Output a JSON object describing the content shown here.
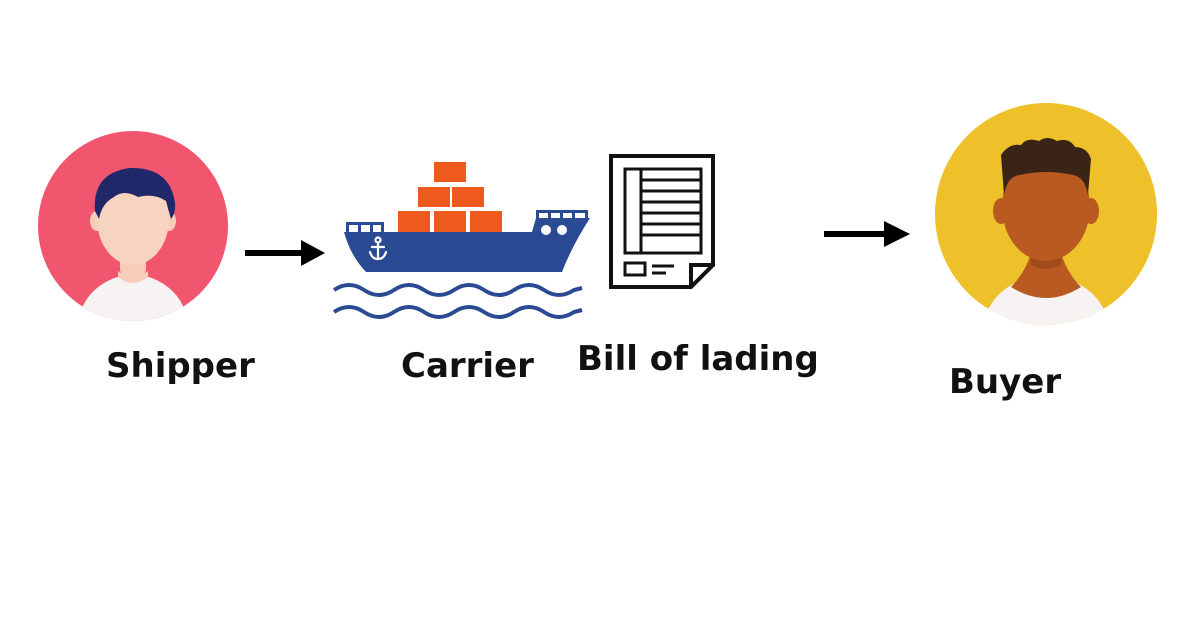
{
  "diagram": {
    "nodes": [
      {
        "id": "shipper",
        "label": "Shipper",
        "icon": "female-avatar-icon",
        "circle_color": "#F2566E"
      },
      {
        "id": "carrier",
        "label": "Carrier",
        "icon": "cargo-ship-icon",
        "hull_color": "#2B4A94",
        "cargo_color": "#EE5A1E"
      },
      {
        "id": "bill",
        "label": "Bill of lading",
        "icon": "document-icon"
      },
      {
        "id": "buyer",
        "label": "Buyer",
        "icon": "male-avatar-icon",
        "circle_color": "#EEC02A"
      }
    ],
    "arrows": [
      {
        "from": "shipper",
        "to": "carrier",
        "icon": "arrow-right-icon"
      },
      {
        "from": "bill",
        "to": "buyer",
        "icon": "arrow-right-icon"
      }
    ]
  }
}
